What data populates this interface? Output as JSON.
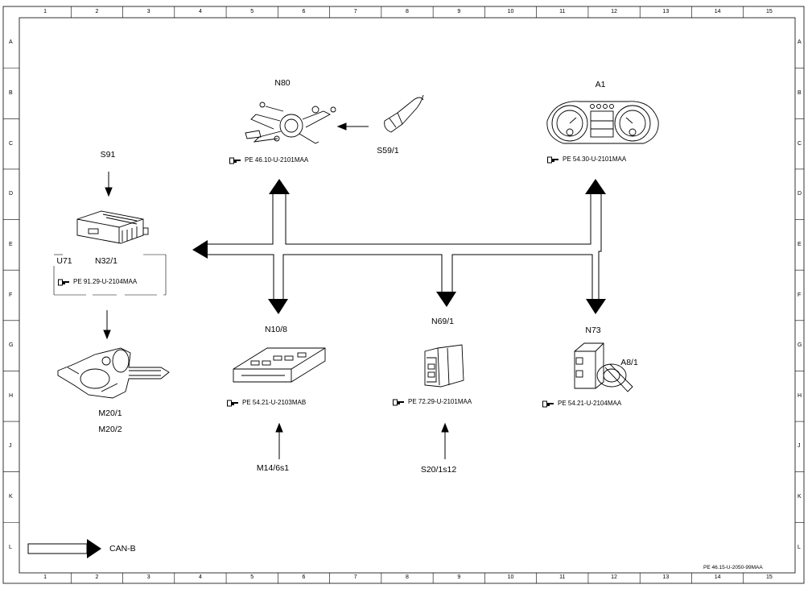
{
  "grid": {
    "columns": [
      "1",
      "2",
      "3",
      "4",
      "5",
      "6",
      "7",
      "8",
      "9",
      "10",
      "11",
      "12",
      "13",
      "14",
      "15"
    ],
    "rows": [
      "A",
      "B",
      "C",
      "D",
      "E",
      "F",
      "G",
      "H",
      "J",
      "K",
      "L"
    ]
  },
  "components": {
    "n80": {
      "label": "N80",
      "ref": "PE 46.10-U-2101MAA"
    },
    "s59_1": {
      "label": "S59/1"
    },
    "a1": {
      "label": "A1",
      "ref": "PE 54.30-U-2101MAA"
    },
    "s91": {
      "label": "S91"
    },
    "u71": {
      "label": "U71"
    },
    "n32_1": {
      "label": "N32/1",
      "ref": "PE 91.29-U-2104MAA"
    },
    "m20_1": {
      "label": "M20/1"
    },
    "m20_2": {
      "label": "M20/2"
    },
    "n10_8": {
      "label": "N10/8",
      "ref": "PE 54.21-U-2103MAB"
    },
    "m14_6s1": {
      "label": "M14/6s1"
    },
    "n69_1": {
      "label": "N69/1",
      "ref": "PE 72.29-U-2101MAA"
    },
    "s20_1s12": {
      "label": "S20/1s12"
    },
    "n73": {
      "label": "N73",
      "ref": "PE 54.21-U-2104MAA"
    },
    "a8_1": {
      "label": "A8/1"
    }
  },
  "legend": {
    "label": "CAN-B"
  },
  "footer": {
    "doc_id": "PE 46.15-U-2050-99MAA"
  }
}
